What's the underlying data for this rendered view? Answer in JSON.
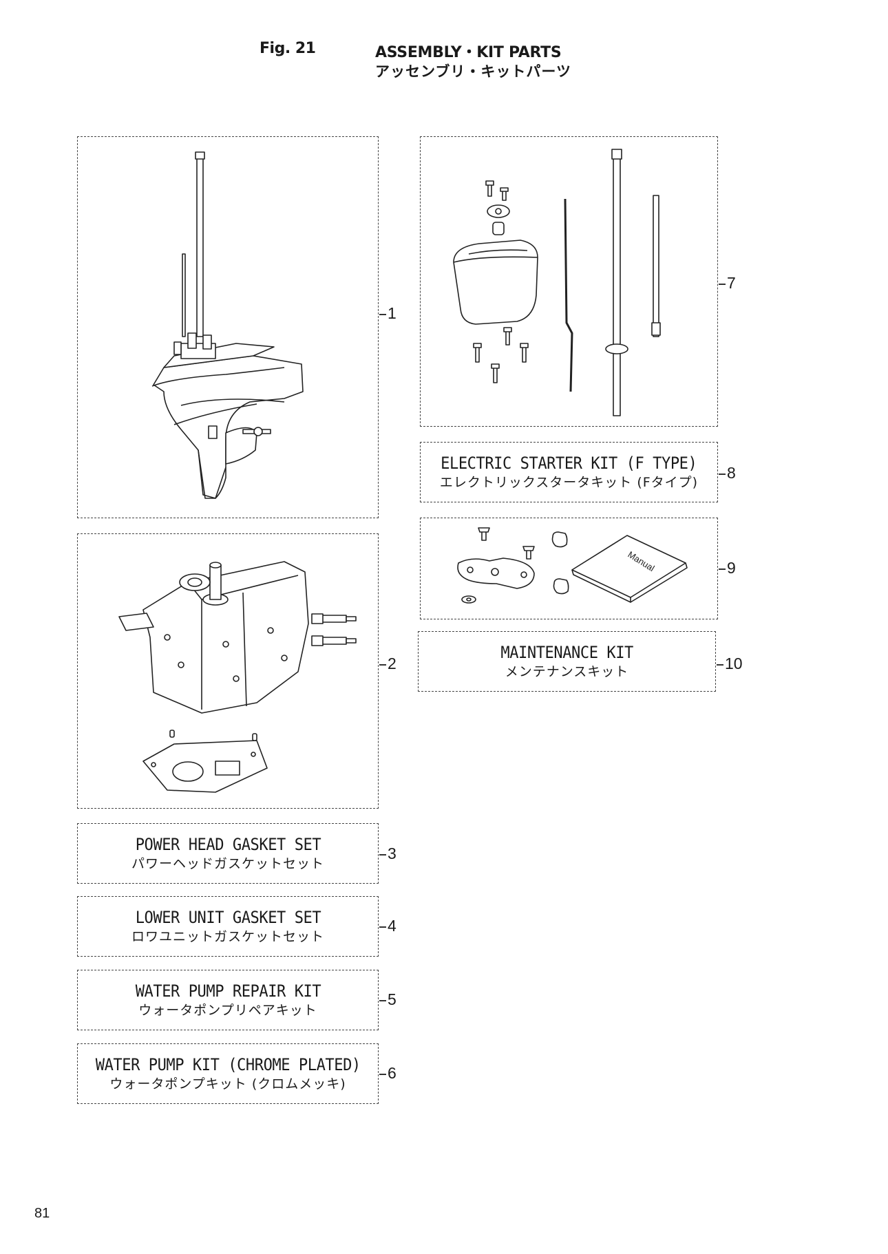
{
  "header": {
    "fig": "Fig. 21",
    "title_en": "ASSEMBLY・KIT PARTS",
    "title_jp": "アッセンブリ・キットパーツ"
  },
  "kits": {
    "item3": {
      "en": "POWER HEAD GASKET SET",
      "jp": "パワーヘッドガスケットセット"
    },
    "item4": {
      "en": "LOWER UNIT GASKET SET",
      "jp": "ロワユニットガスケットセット"
    },
    "item5": {
      "en": "WATER PUMP REPAIR KIT",
      "jp": "ウォータポンプリペアキット"
    },
    "item6": {
      "en": "WATER PUMP KIT (CHROME PLATED)",
      "jp": "ウォータポンプキット (クロムメッキ)"
    },
    "item8": {
      "en": "ELECTRIC STARTER KIT (F TYPE)",
      "jp": "エレクトリックスタータキット (Fタイプ)"
    },
    "item10": {
      "en": "MAINTENANCE KIT",
      "jp": "メンテナンスキット"
    }
  },
  "callouts": [
    "1",
    "2",
    "3",
    "4",
    "5",
    "6",
    "7",
    "8",
    "9",
    "10"
  ],
  "manual_label": "Manual",
  "page_number": "81"
}
